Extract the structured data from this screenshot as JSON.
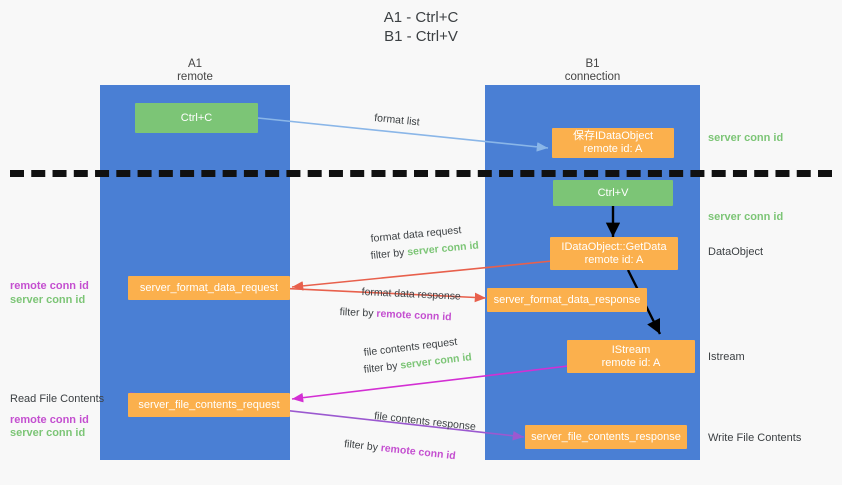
{
  "title": "A1 - Ctrl+C\nB1 - Ctrl+V",
  "lanes": [
    {
      "name": "A1",
      "sub": "remote"
    },
    {
      "name": "B1",
      "sub": "connection"
    }
  ],
  "lane_headers": {
    "left": "A1\nremote",
    "right": "B1\nconnection"
  },
  "colors": {
    "lane": "#4a7fd4",
    "green_node": "#7cc576",
    "orange_node": "#fbb04d",
    "server_conn": "#7cc576",
    "remote_conn": "#c44fd0",
    "arrow_blue": "#8ab6e8",
    "arrow_red": "#e8604c",
    "arrow_magenta": "#d32fd3",
    "arrow_purple": "#9b59d0",
    "arrow_black": "#000000",
    "background": "#f8f8f8",
    "text": "#3c4043"
  },
  "nodes": {
    "ctrl_c": {
      "line1": "Ctrl+C",
      "line2": ""
    },
    "ctrl_v": {
      "line1": "Ctrl+V",
      "line2": ""
    },
    "idataobject_saved": {
      "line1": "保存IDataObject",
      "line2": "remote id: A"
    },
    "getdata": {
      "line1": "IDataObject::GetData",
      "line2": "remote id: A"
    },
    "istream": {
      "line1": "IStream",
      "line2": "remote id: A"
    },
    "server_format_data_request": {
      "line1": "server_format_data_request",
      "line2": ""
    },
    "server_format_data_response": {
      "line1": "server_format_data_response",
      "line2": ""
    },
    "server_file_contents_request": {
      "line1": "server_file_contents_request",
      "line2": ""
    },
    "server_file_contents_response": {
      "line1": "server_file_contents_response",
      "line2": ""
    }
  },
  "right_labels": {
    "server_conn_id_1": "server conn id",
    "server_conn_id_2": "server conn id",
    "dataobject": "DataObject",
    "istream": "Istream",
    "write_file_contents": "Write File Contents"
  },
  "left_labels": {
    "remote_conn_id_1": "remote conn id",
    "server_conn_id_1": "server conn id",
    "read_file_contents": "Read File Contents",
    "remote_conn_id_2": "remote conn id",
    "server_conn_id_2": "server conn id"
  },
  "edges": {
    "format_list": {
      "text": "format list"
    },
    "format_data_request": {
      "line1": "format data request",
      "filter_prefix": "filter by ",
      "filter_key": "server conn id",
      "filter_color": "server"
    },
    "format_data_response": {
      "line1": "format data response",
      "filter_prefix": "filter by ",
      "filter_key": "remote conn id",
      "filter_color": "remote"
    },
    "file_contents_request": {
      "line1": "file contents request",
      "filter_prefix": "filter by ",
      "filter_key": "server conn id",
      "filter_color": "server"
    },
    "file_contents_response": {
      "line1": "file contents response",
      "filter_prefix": "filter by ",
      "filter_key": "remote conn id",
      "filter_color": "remote"
    }
  }
}
